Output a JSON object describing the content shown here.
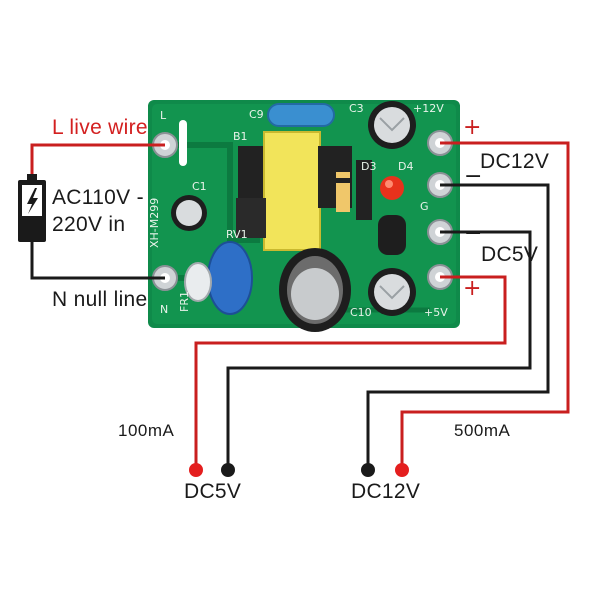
{
  "labels": {
    "live_wire": "L live wire",
    "ac_input_line1": "AC110V -",
    "ac_input_line2": "220V in",
    "null_line": "N null line",
    "dc12v_side": "DC12V",
    "dc5v_side": "DC5V",
    "current_5v": "100mA",
    "current_12v": "500mA",
    "out_5v": "DC5V",
    "out_12v": "DC12V"
  },
  "board": {
    "pin_l": "L",
    "pin_n": "N",
    "plus12v": "+12V",
    "plus5v": "+5V",
    "g": "G",
    "c9": "C9",
    "c3": "C3",
    "b1": "B1",
    "c1": "C1",
    "d3": "D3",
    "d4": "D4",
    "model": "XH-M299",
    "fr1": "FR1",
    "rv1": "RV1",
    "c10": "C10"
  },
  "symbols": {
    "plus_12v": "+",
    "minus_12v": "−",
    "minus_5v": "−",
    "plus_5v": "+"
  },
  "colors": {
    "board": "#0f8a4a",
    "wire_red": "#c91f1f",
    "wire_black": "#1a1a1a",
    "transformer": "#f2e45a",
    "led": "#e8321c"
  }
}
